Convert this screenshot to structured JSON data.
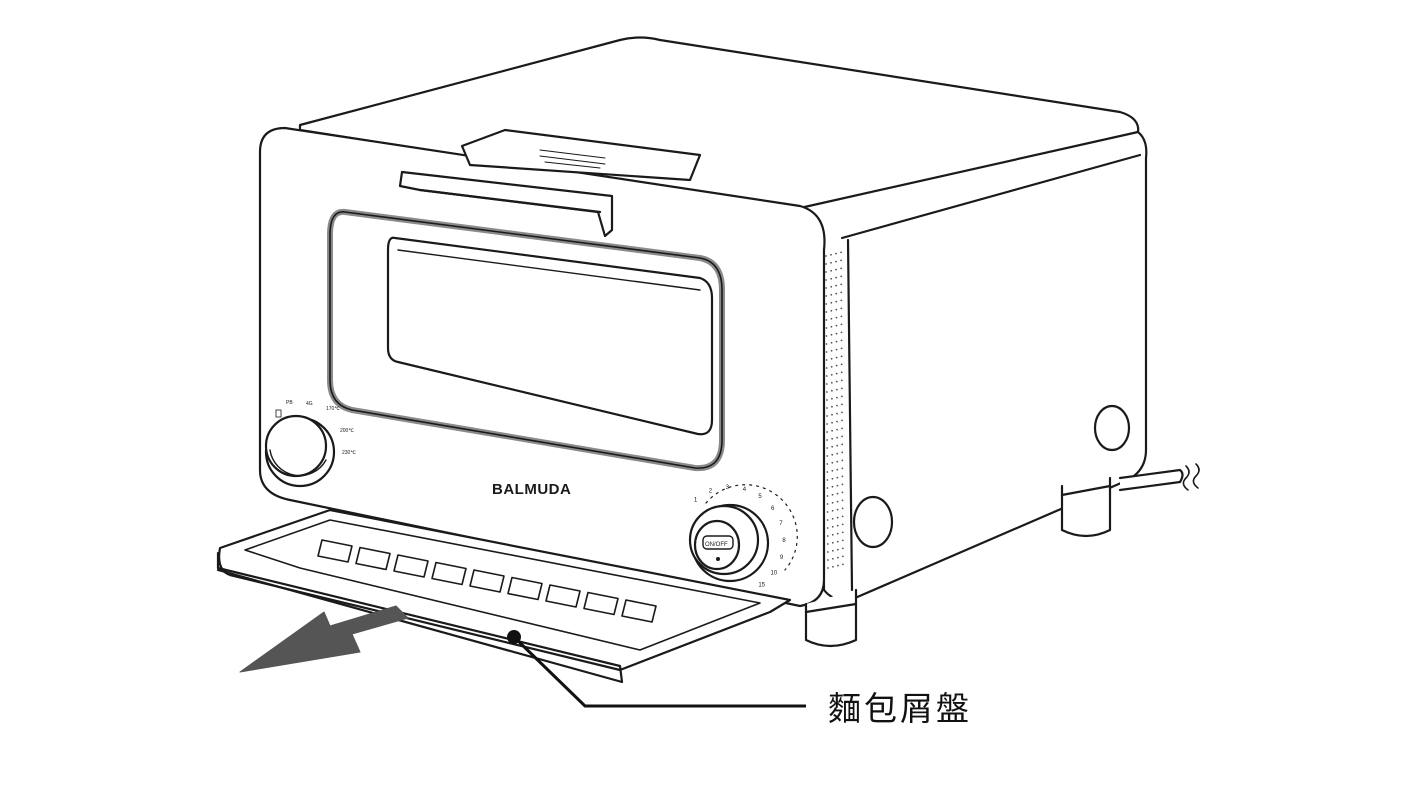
{
  "diagram": {
    "brand_label": "BALMUDA",
    "callout": {
      "label": "麵包屑盤",
      "target": "crumb-tray"
    },
    "control_button_label": "ON/OFF",
    "mode_dial_labels": [
      "",
      "PB",
      "4G",
      "170℃",
      "200℃",
      "230℃"
    ],
    "timer_dial_labels": [
      "1",
      "2",
      "3",
      "4",
      "5",
      "6",
      "7",
      "8",
      "9",
      "10",
      "15"
    ],
    "arrow_direction": "pull-out"
  }
}
